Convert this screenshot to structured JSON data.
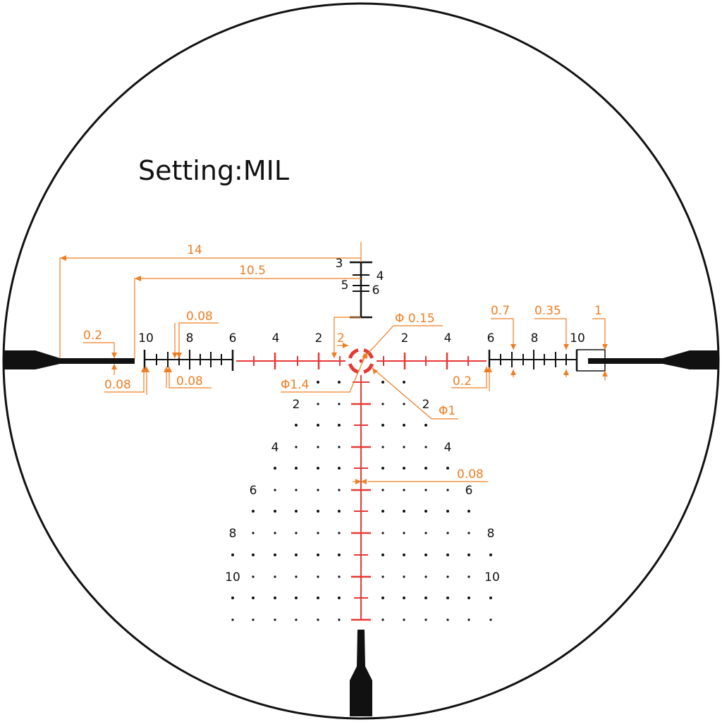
{
  "title": "Setting:MIL",
  "colors": {
    "reticle": "#111111",
    "illuminated": "#e53935",
    "dimension": "#ef7d22",
    "background": "#ffffff"
  },
  "labels": {
    "left_numbers": [
      "10",
      "8",
      "6",
      "4",
      "2"
    ],
    "right_numbers": [
      "2",
      "4",
      "6",
      "8",
      "10"
    ],
    "top_numbers": [
      "3",
      "4",
      "5",
      "6"
    ],
    "holdover_left": [
      "2",
      "4",
      "6",
      "8",
      "10"
    ],
    "holdover_right": [
      "2",
      "4",
      "6",
      "8",
      "10"
    ]
  },
  "dimensions": {
    "d14": "14",
    "d10_5": "10.5",
    "d0_2_left": "0.2",
    "d0_08_left_top": "0.08",
    "d0_08_left_bottom_a": "0.08",
    "d0_08_left_bottom_b": "0.08",
    "d2_vertical": "2",
    "d_phi015": "Φ 0.15",
    "d_phi14": "Φ1.4",
    "d_phi1": "Φ1",
    "d0_2_right": "0.2",
    "d0_7": "0.7",
    "d0_35": "0.35",
    "d1": "1",
    "d0_08_vertical": "0.08"
  }
}
